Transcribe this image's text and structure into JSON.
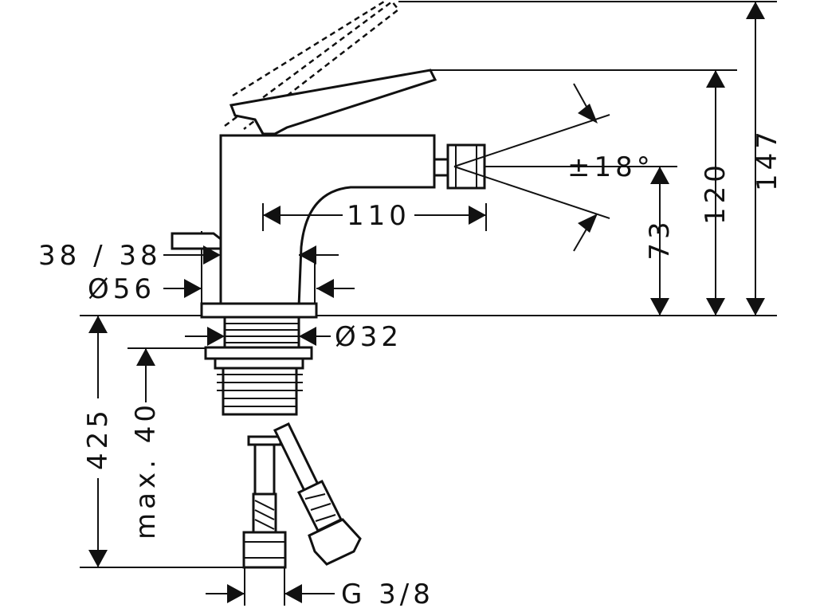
{
  "drawing": {
    "dimensions": {
      "total_height": "147",
      "spout_height": "120",
      "outlet_height": "73",
      "spout_reach": "110",
      "swivel_angle": "±18°",
      "waste_diameter": "38 / 38",
      "base_diameter": "Ø56",
      "shank_diameter": "Ø32",
      "hose_length": "425",
      "max_deck_thickness": "max. 40",
      "connection_thread": "G 3/8"
    }
  }
}
